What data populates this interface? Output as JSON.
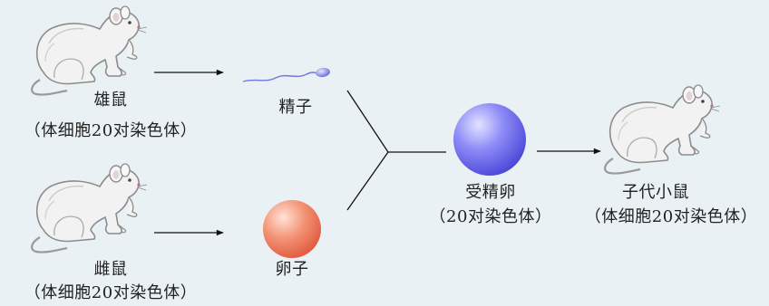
{
  "male": {
    "name": "雄鼠",
    "chromosomes": "（体细胞20对染色体）"
  },
  "female": {
    "name": "雌鼠",
    "chromosomes": "（体细胞20对染色体）"
  },
  "sperm": {
    "name": "精子"
  },
  "egg": {
    "name": "卵子"
  },
  "zygote": {
    "name": "受精卵",
    "chromosomes": "（20对染色体）"
  },
  "offspring": {
    "name": "子代小鼠",
    "chromosomes": "（体细胞20对染色体）"
  },
  "colors": {
    "background": "#e9f1f4",
    "zygote": "#6d6cf2",
    "egg": "#ee6f55",
    "sperm": "#6f77e0",
    "arrow": "#111111"
  },
  "icons": {
    "male": "rat-icon",
    "female": "rat-icon",
    "offspring": "rat-icon",
    "sperm": "sperm-icon",
    "egg": "egg-cell-icon",
    "zygote": "zygote-cell-icon"
  }
}
